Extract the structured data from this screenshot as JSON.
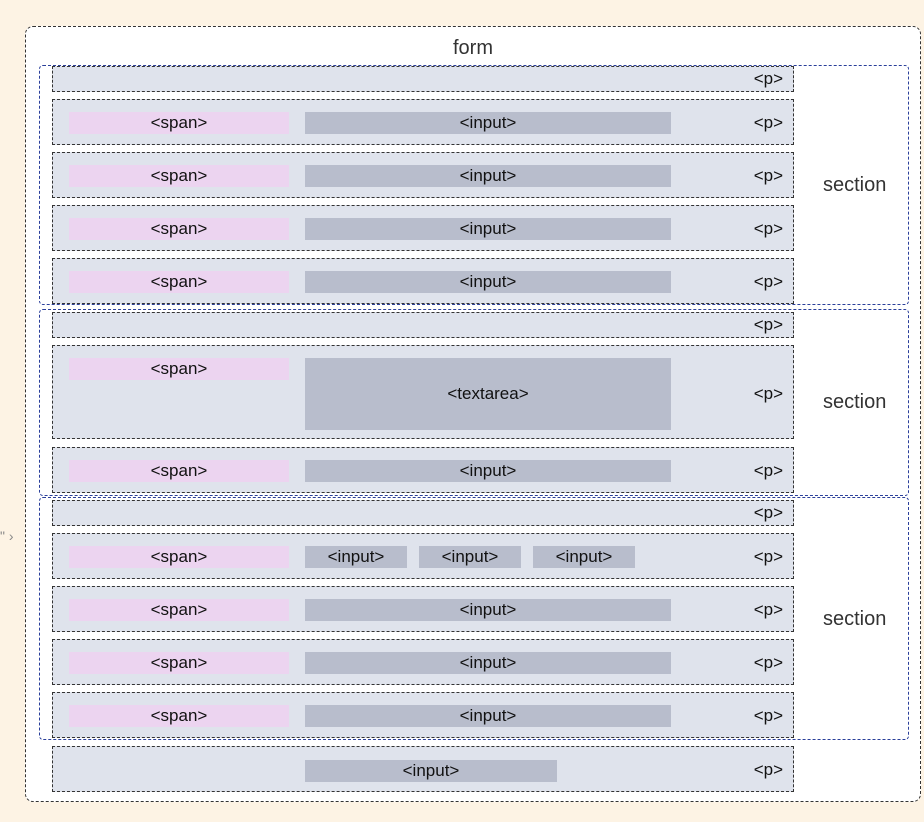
{
  "form": {
    "label": "form"
  },
  "sections": [
    {
      "label": "section"
    },
    {
      "label": "section"
    },
    {
      "label": "section"
    }
  ],
  "tags": {
    "span": "<span>",
    "input": "<input>",
    "textarea": "<textarea>",
    "p": "<p>"
  },
  "side_mark": "\" ›"
}
